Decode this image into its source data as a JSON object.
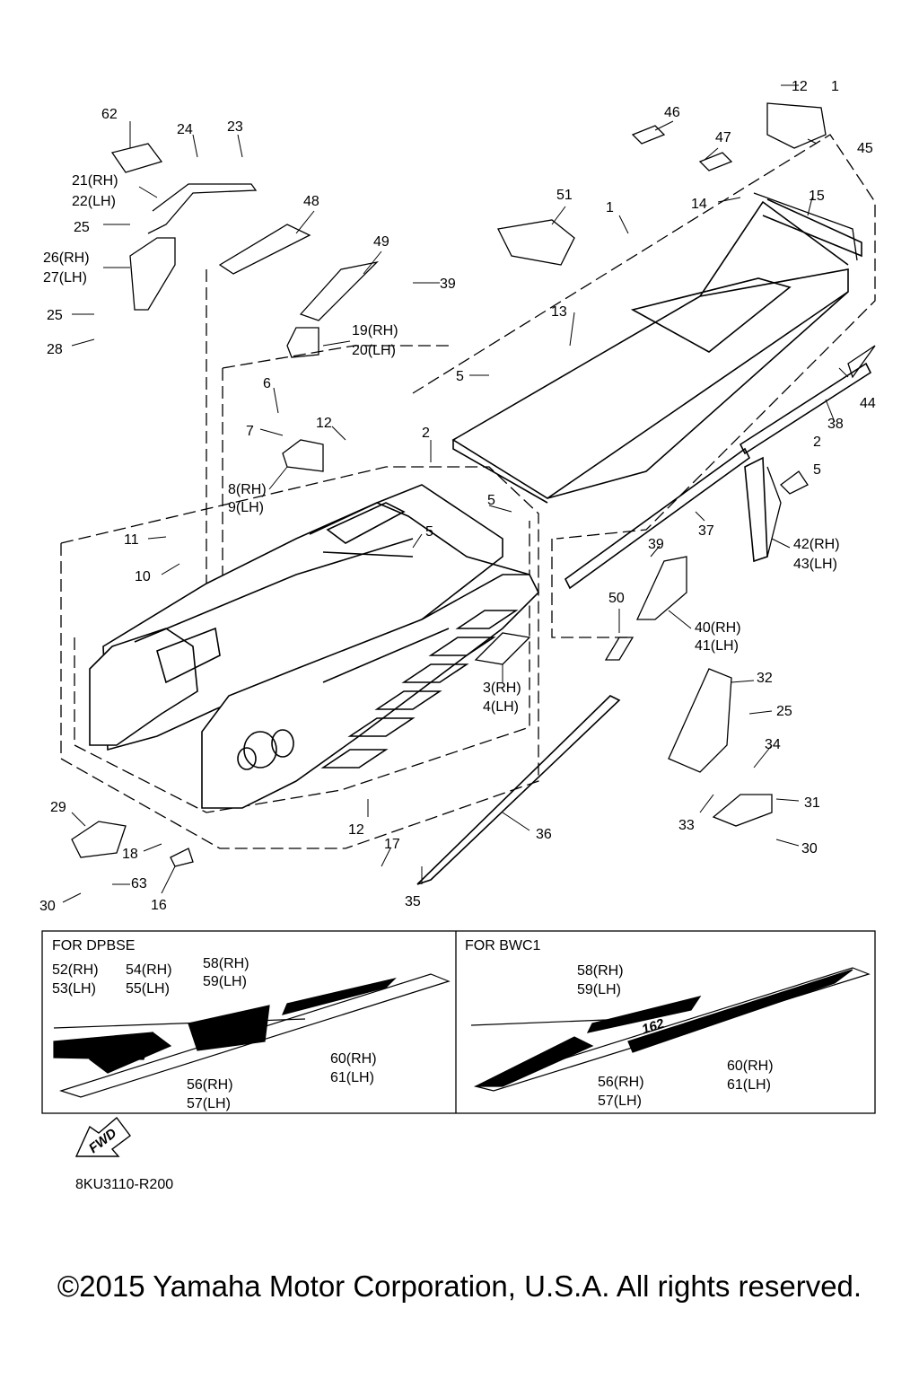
{
  "callouts": {
    "c1": "1",
    "c2": "2",
    "c3": "3(RH)",
    "c4": "4(LH)",
    "c5": "5",
    "c6": "6",
    "c7": "7",
    "c8": "8(RH)",
    "c9": "9(LH)",
    "c10": "10",
    "c11": "11",
    "c12": "12",
    "c13": "13",
    "c14": "14",
    "c15": "15",
    "c16": "16",
    "c17": "17",
    "c18": "18",
    "c19": "19(RH)",
    "c20": "20(LH)",
    "c21": "21(RH)",
    "c22": "22(LH)",
    "c23": "23",
    "c24": "24",
    "c25": "25",
    "c26": "26(RH)",
    "c27": "27(LH)",
    "c28": "28",
    "c29": "29",
    "c30": "30",
    "c31": "31",
    "c32": "32",
    "c33": "33",
    "c34": "34",
    "c35": "35",
    "c36": "36",
    "c37": "37",
    "c38": "38",
    "c39": "39",
    "c40": "40(RH)",
    "c41": "41(LH)",
    "c42": "42(RH)",
    "c43": "43(LH)",
    "c44": "44",
    "c45": "45",
    "c46": "46",
    "c47": "47",
    "c48": "48",
    "c49": "49",
    "c50": "50",
    "c51": "51",
    "c52": "52(RH)",
    "c53": "53(LH)",
    "c54": "54(RH)",
    "c55": "55(LH)",
    "c56": "56(RH)",
    "c57": "57(LH)",
    "c58": "58(RH)",
    "c59": "59(LH)",
    "c60": "60(RH)",
    "c61": "61(LH)",
    "c62": "62",
    "c63": "63"
  },
  "panels": {
    "left_title": "FOR DPBSE",
    "right_title": "FOR BWC1"
  },
  "decal_text": "162",
  "fwd_label": "FWD",
  "diagram_ref": "8KU3110-R200",
  "copyright": "©2015 Yamaha Motor Corporation, U.S.A. All rights reserved."
}
